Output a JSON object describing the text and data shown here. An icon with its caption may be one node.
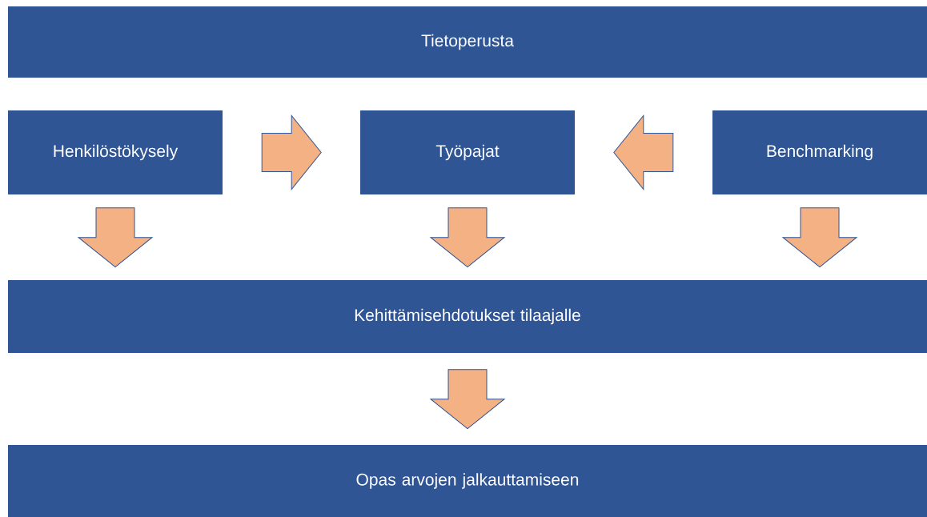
{
  "diagram": {
    "nodes": [
      {
        "text": [
          "Tietoperusta"
        ]
      },
      {
        "text": [
          "Henkilöstökysely"
        ]
      },
      {
        "text": [
          "Työpajat"
        ]
      },
      {
        "text": [
          "Benchmarking"
        ]
      },
      {
        "text": [
          "Kehittämisehdotukset tilaajalle"
        ]
      },
      {
        "text": [
          "Opas arvojen jalkauttamiseen"
        ]
      }
    ],
    "edges": [
      {
        "from": 1,
        "to": 2,
        "arrow": "to"
      },
      {
        "from": 3,
        "to": 2,
        "arrow": "to"
      },
      {
        "from": 1,
        "to": 4,
        "arrow": "to"
      },
      {
        "from": 2,
        "to": 4,
        "arrow": "to"
      },
      {
        "from": 3,
        "to": 4,
        "arrow": "to"
      },
      {
        "from": 4,
        "to": 5,
        "arrow": "to"
      }
    ]
  }
}
